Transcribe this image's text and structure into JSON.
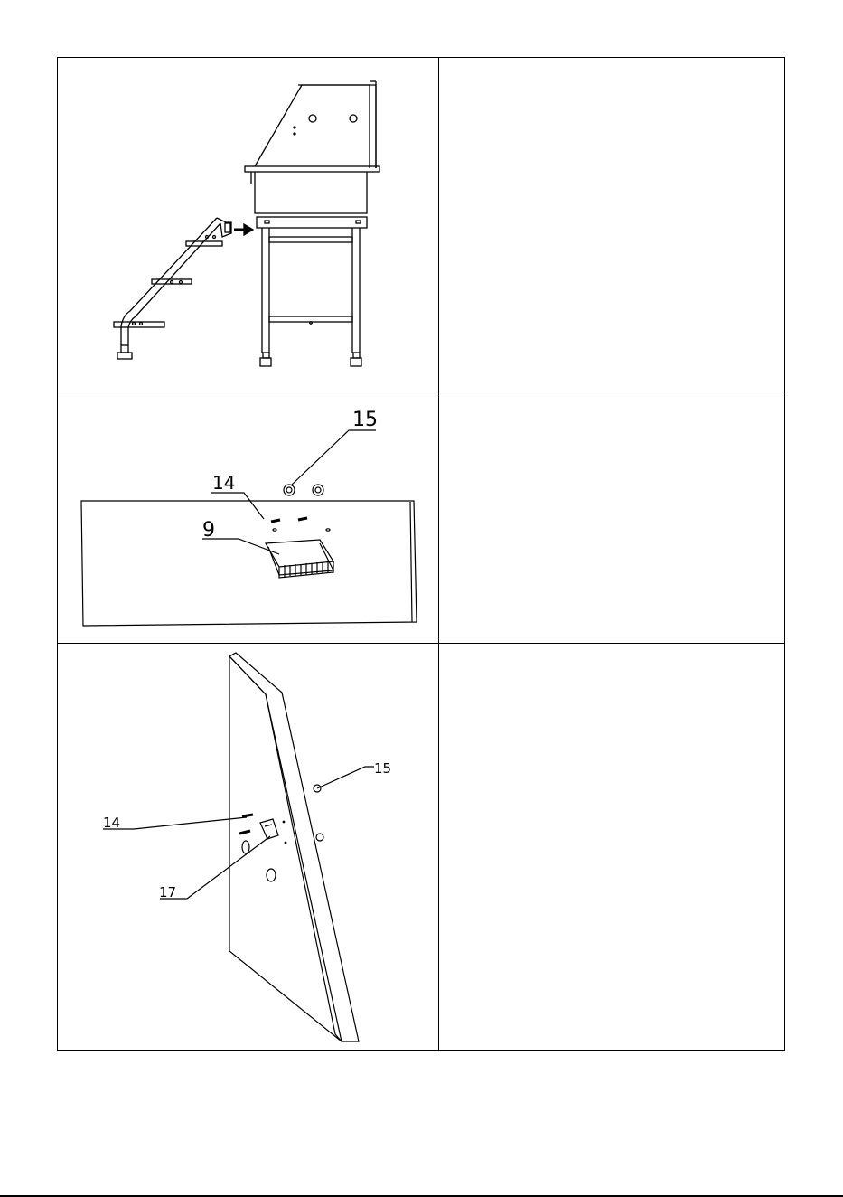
{
  "figures": [
    {
      "id": "step-stairs",
      "callouts": []
    },
    {
      "id": "basket-mount",
      "callouts": [
        "15",
        "14",
        "9"
      ]
    },
    {
      "id": "hook-mount",
      "callouts": [
        "15",
        "14",
        "17"
      ]
    }
  ]
}
